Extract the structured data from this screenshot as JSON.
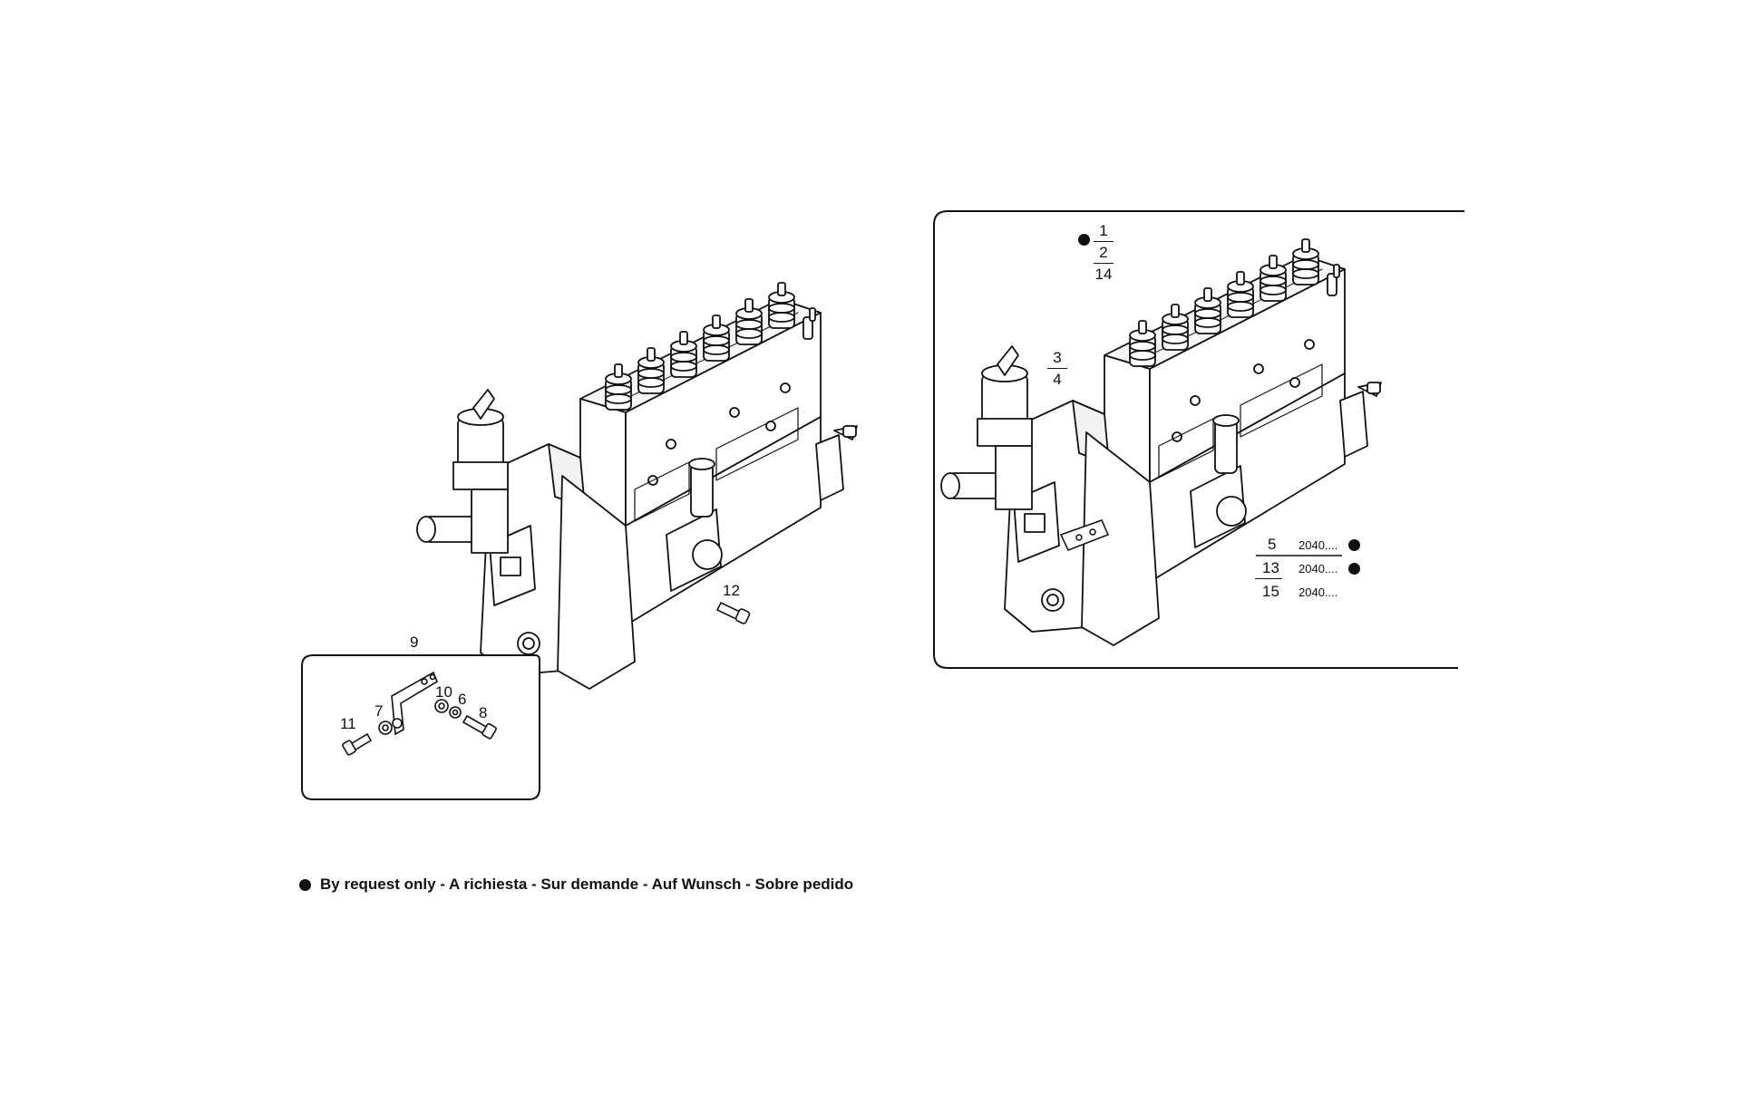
{
  "left_view": {
    "callout_12": "12",
    "inset": {
      "title": "9",
      "callouts": {
        "c11": "11",
        "c7": "7",
        "c10": "10",
        "c6": "6",
        "c8": "8"
      }
    }
  },
  "right_view": {
    "group_1_2_14": [
      "1",
      "2",
      "14"
    ],
    "group_3_4": [
      "3",
      "4"
    ],
    "variant_rows": [
      {
        "num": "5",
        "ref": "2040....",
        "request_only": true
      },
      {
        "num": "13",
        "ref": "2040....",
        "request_only": true
      },
      {
        "num": "15",
        "ref": "2040....",
        "request_only": false
      }
    ]
  },
  "legend": {
    "text": "By request only - A richiesta - Sur demande - Auf Wunsch - Sobre pedido"
  }
}
